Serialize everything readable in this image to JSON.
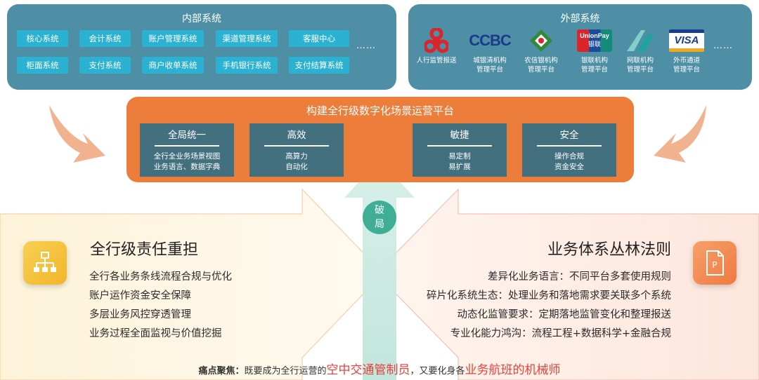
{
  "internal": {
    "title": "内部系统",
    "row1": [
      "核心系统",
      "会计系统",
      "账户管理系统",
      "渠道管理系统",
      "客服中心"
    ],
    "row2": [
      "柜面系统",
      "支付系统",
      "商户收单系统",
      "手机银行系统",
      "支付结算系统"
    ],
    "more": "……"
  },
  "external": {
    "title": "外部系统",
    "orgs": [
      {
        "icon": "pboc-logo-icon",
        "label": "人行监管报送"
      },
      {
        "icon": "ccbc-logo-icon",
        "logo_text": "CCBC",
        "label": "城银清机构\n管理平台"
      },
      {
        "icon": "rural-credit-logo-icon",
        "label": "农信银机构\n管理平台"
      },
      {
        "icon": "unionpay-logo-icon",
        "logo_text": "UnionPay",
        "logo_sub": "银联",
        "label": "银联机构\n管理平台"
      },
      {
        "icon": "netunion-logo-icon",
        "label": "网联机构\n管理平台"
      },
      {
        "icon": "visa-logo-icon",
        "logo_text": "VISA",
        "label": "外币通道\n管理平台"
      }
    ],
    "more": "……"
  },
  "platform": {
    "title": "构建全行级数字化场景运营平台",
    "cards": [
      {
        "title": "全局统一",
        "lines": [
          "全行全业务场景视图",
          "业务语言、数据字典"
        ]
      },
      {
        "title": "高效",
        "lines": [
          "高算力",
          "自动化"
        ]
      },
      {
        "title": "敏捷",
        "lines": [
          "易定制",
          "易扩展"
        ]
      },
      {
        "title": "安全",
        "lines": [
          "操作合规",
          "资金安全"
        ]
      }
    ]
  },
  "breakthrough": {
    "line1": "破",
    "line2": "局"
  },
  "left_side": {
    "icon": "org-chart-icon",
    "title": "全行级责任重担",
    "items": [
      "全行各业务条线流程合规与优化",
      "账户运作资金安全保障",
      "多层业务风控穿透管理",
      "业务过程全面监视与价值挖掘"
    ]
  },
  "right_side": {
    "icon": "document-p-icon",
    "title": "业务体系丛林法则",
    "items": [
      "差异化业务语言：不同平台多套使用规则",
      "碎片化系统生态：处理业务和落地需求要关联多个系统",
      "动态化监管要求：定期落地监管变化和整理报送",
      "专业化能力鸿沟：流程工程+数据科学+金融合规"
    ]
  },
  "footer": {
    "label": "痛点聚焦：",
    "text1": "既要成为全行运营的",
    "highlight1": "空中交通管制员",
    "text2": "，又要化身各",
    "highlight2": "业务航班的机械师"
  },
  "colors": {
    "panel": "#4e8fa6",
    "button": "#2bb1d2",
    "platform": "#ed7d3b",
    "card": "#43707f",
    "highlight": "#e8403a",
    "center_arrow": "#c5e6dd"
  }
}
